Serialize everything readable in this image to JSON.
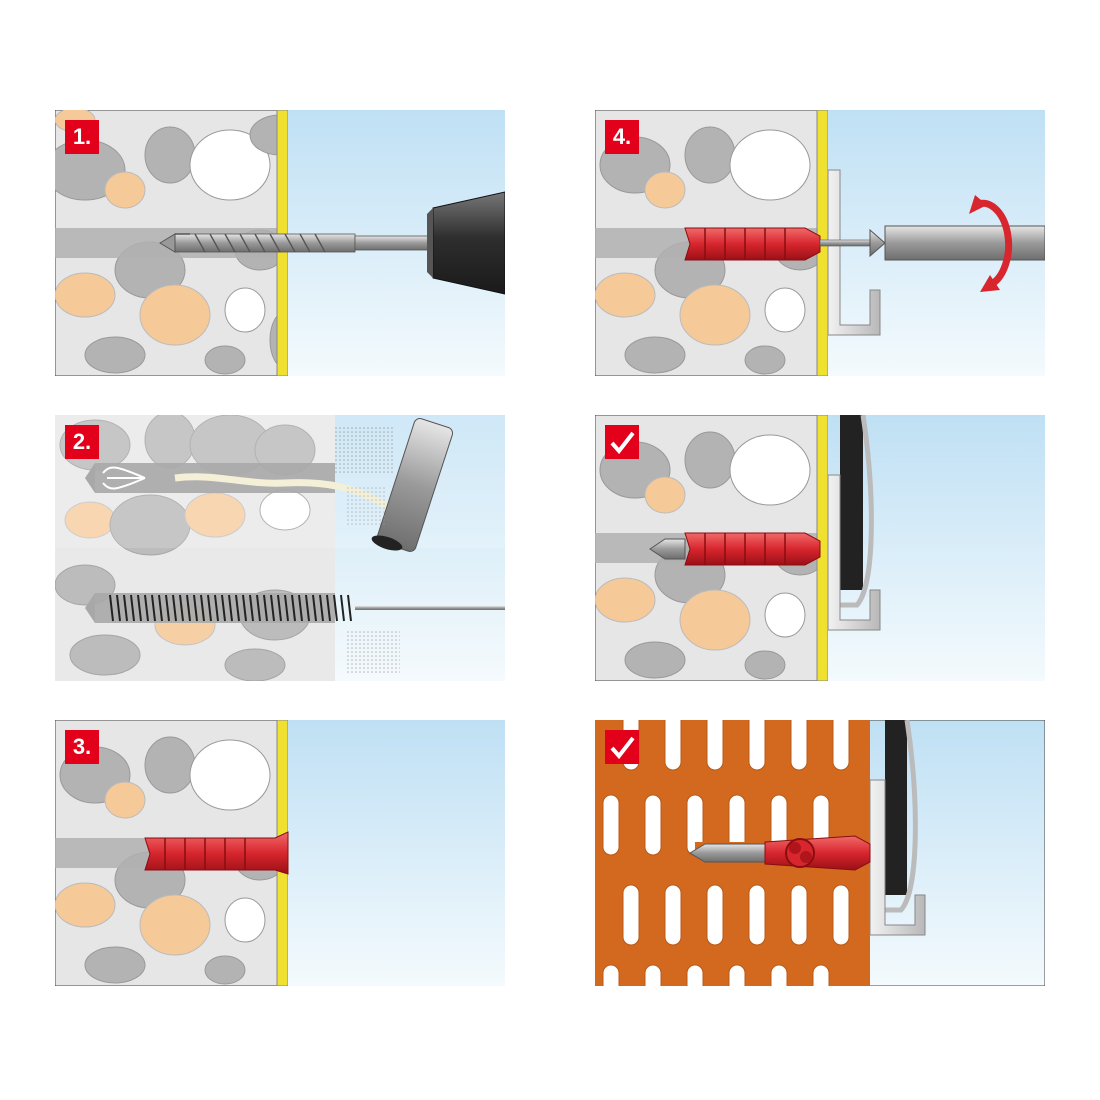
{
  "steps": [
    {
      "label": "1.",
      "action": "drill"
    },
    {
      "label": "2.",
      "action": "clean"
    },
    {
      "label": "3.",
      "action": "insert"
    },
    {
      "label": "4.",
      "action": "screw"
    },
    {
      "label": "",
      "action": "done-concrete",
      "icon": "checkmark-icon"
    },
    {
      "label": "",
      "action": "done-brick",
      "icon": "checkmark-icon"
    }
  ],
  "colors": {
    "accent": "#e2001a",
    "wall": "#e6e6e6",
    "stone_grey": "#b3b3b3",
    "stone_tan": "#f6c999",
    "stone_white": "#ffffff",
    "plaster": "#f0e030",
    "air": "#d7ecf8",
    "brick": "#d2691e",
    "anchor": "#d8262e",
    "metal": "#a9a9a9"
  }
}
